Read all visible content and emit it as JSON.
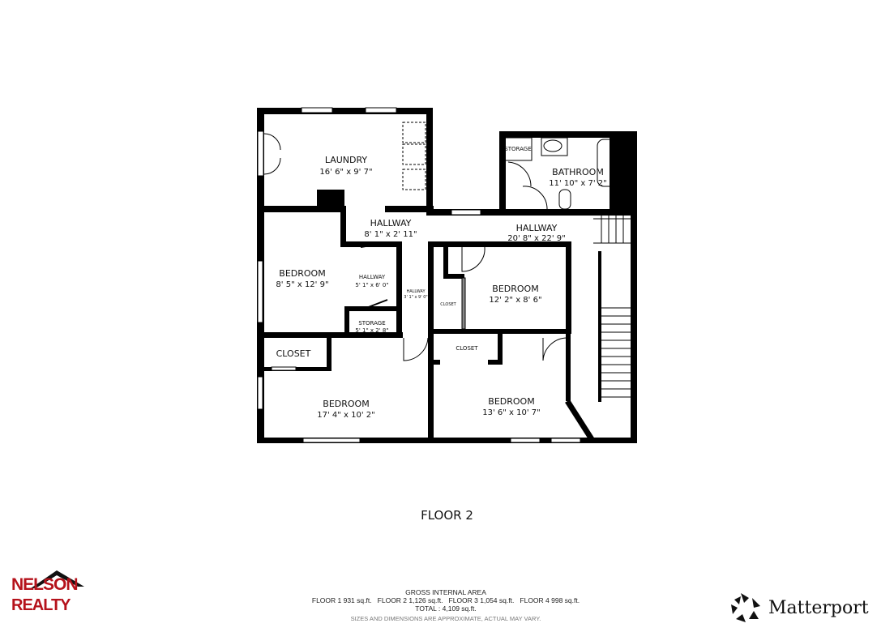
{
  "rooms": {
    "laundry": {
      "name": "LAUNDRY",
      "dims": "16' 6\" x 9' 7\""
    },
    "bathroom": {
      "name": "BATHROOM",
      "dims": "11' 10\" x 7' 2\""
    },
    "bath_storage": {
      "name": "STORAGE"
    },
    "hallway_a": {
      "name": "HALLWAY",
      "dims": "8' 1\" x 2' 11\""
    },
    "hallway_b": {
      "name": "HALLWAY",
      "dims": "20' 8\" x 22' 9\""
    },
    "bedroom_a": {
      "name": "BEDROOM",
      "dims": "8' 5\" x 12' 9\""
    },
    "hallway_c": {
      "name": "HALLWAY",
      "dims": "5' 1\" x 6' 0\""
    },
    "storage": {
      "name": "STORAGE",
      "dims": "5' 1\" x 2' 8\""
    },
    "hallway_d": {
      "name": "HALLWAY",
      "dims": "3' 1\" x 9' 0\""
    },
    "closet_small": {
      "name": "CLOSET"
    },
    "bedroom_b": {
      "name": "BEDROOM",
      "dims": "12' 2\" x 8' 6\""
    },
    "closet_a": {
      "name": "CLOSET"
    },
    "bedroom_c": {
      "name": "BEDROOM",
      "dims": "17' 4\" x 10' 2\""
    },
    "closet_b": {
      "name": "CLOSET"
    },
    "bedroom_d": {
      "name": "BEDROOM",
      "dims": "13' 6\" x 10' 7\""
    }
  },
  "floor_title": "FLOOR 2",
  "area": {
    "heading": "GROSS INTERNAL AREA",
    "floors": "FLOOR 1 931 sq.ft.   FLOOR 2 1,126 sq.ft.   FLOOR 3 1,054 sq.ft.   FLOOR 4 998 sq.ft.",
    "total": "TOTAL :  4,109 sq.ft.",
    "note": "SIZES AND DIMENSIONS ARE APPROXIMATE, ACTUAL MAY VARY."
  },
  "logos": {
    "nelson_line1": "NELSON",
    "nelson_line2": "REALTY",
    "matterport": "Matterport",
    "nelson_color": "#b5121b"
  },
  "colors": {
    "wall": "#000000",
    "window": "#ffffff"
  }
}
